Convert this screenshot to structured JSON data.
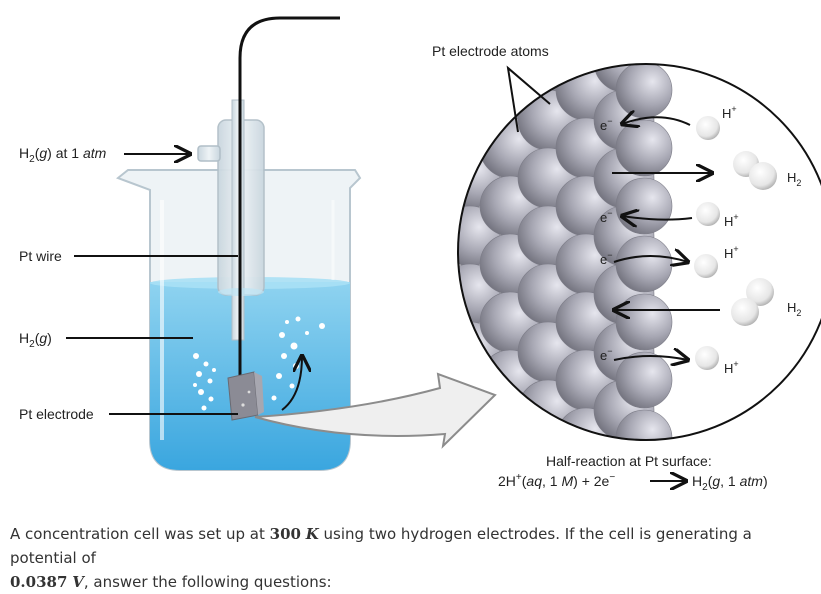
{
  "labels": {
    "h2_inlet_prefix": "H",
    "h2_inlet_sub": "2",
    "h2_inlet_paren": "(",
    "h2_inlet_g": "g",
    "h2_inlet_rest": ") at 1 ",
    "h2_inlet_atm": "atm",
    "pt_wire": "Pt wire",
    "h2g_prefix": "H",
    "h2g_sub": "2",
    "h2g_paren_open": "(",
    "h2g_g": "g",
    "h2g_paren_close": ")",
    "pt_electrode": "Pt electrode",
    "pt_electrode_atoms": "Pt electrode atoms"
  },
  "zoom": {
    "electron": "e",
    "electron_charge": "−",
    "proton": "H",
    "proton_charge": "+",
    "h2": "H",
    "h2_sub": "2"
  },
  "half_reaction": {
    "title": "Half-reaction at Pt surface:",
    "lhs_coef": "2H",
    "lhs_charge": "+",
    "lhs_open": "(",
    "lhs_aq": "aq",
    "lhs_mid": ", 1 ",
    "lhs_M": "M",
    "lhs_close": ") + 2e",
    "lhs_e_charge": "−",
    "rhs_H": "H",
    "rhs_sub": "2",
    "rhs_open": "(",
    "rhs_g": "g",
    "rhs_mid": ", 1 ",
    "rhs_atm": "atm",
    "rhs_close": ")"
  },
  "question": {
    "part1": "A concentration cell was set up at ",
    "temp_value": "300",
    "temp_unit": "K",
    "part2": " using two hydrogen electrodes. If the cell is generating a potential of",
    "volt_value": "0.0387",
    "volt_unit": "V",
    "part3": ", answer the following questions:"
  },
  "colors": {
    "solution": "#4fb8e6",
    "glass": "#dfe8ee",
    "platinum": "#a9a9b4",
    "bubble": "#ffffff"
  }
}
